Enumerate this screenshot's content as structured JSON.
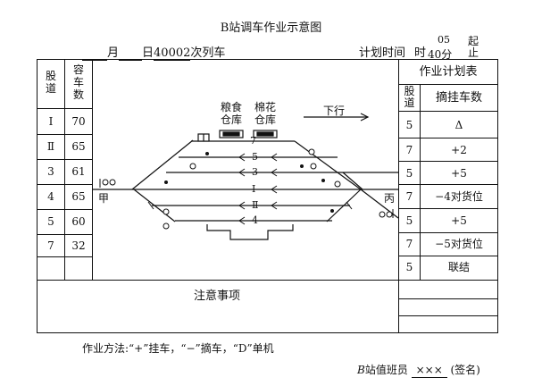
{
  "title": "B站调车作业示意图",
  "header": {
    "month_label": "月",
    "day_label": "日",
    "train_no": "40002",
    "train_suffix": "次列车",
    "plan_time_label": "计划时间",
    "hour_label": "时",
    "time_upper": "05",
    "time_lower": "40分",
    "qi": "起",
    "zhi": "止"
  },
  "left_table": {
    "col1_header": [
      "股",
      "道"
    ],
    "col2_header": [
      "容",
      "车",
      "数"
    ],
    "rows": [
      {
        "track": "Ⅰ",
        "capacity": "70"
      },
      {
        "track": "Ⅱ",
        "capacity": "65"
      },
      {
        "track": "3",
        "capacity": "61"
      },
      {
        "track": "4",
        "capacity": "65"
      },
      {
        "track": "5",
        "capacity": "60"
      },
      {
        "track": "7",
        "capacity": "32"
      },
      {
        "track": "",
        "capacity": ""
      }
    ]
  },
  "right_table": {
    "title": "作业计划表",
    "col1_header": [
      "股",
      "道"
    ],
    "col2_header": "摘挂车数",
    "rows": [
      {
        "track": "5",
        "op": "Δ"
      },
      {
        "track": "7",
        "op": "+2"
      },
      {
        "track": "5",
        "op": "+5"
      },
      {
        "track": "7",
        "op": "−4对货位"
      },
      {
        "track": "5",
        "op": "+5"
      },
      {
        "track": "7",
        "op": "−5对货位"
      },
      {
        "track": "5",
        "op": "联结"
      }
    ]
  },
  "diagram": {
    "warehouse_grain": [
      "粮食",
      "仓库"
    ],
    "warehouse_cotton": [
      "棉花",
      "仓库"
    ],
    "direction": "下行",
    "left_end": "甲",
    "right_end": "丙",
    "track_labels": [
      "7",
      "5",
      "3",
      "Ⅰ",
      "Ⅱ",
      "4"
    ]
  },
  "notes_title": "注意事项",
  "method": "作业方法:“+”挂车，“−”摘车，“D”单机",
  "signature": {
    "prefix": "B",
    "label": "站值班员",
    "name": "×××",
    "suffix": "(签名)"
  }
}
